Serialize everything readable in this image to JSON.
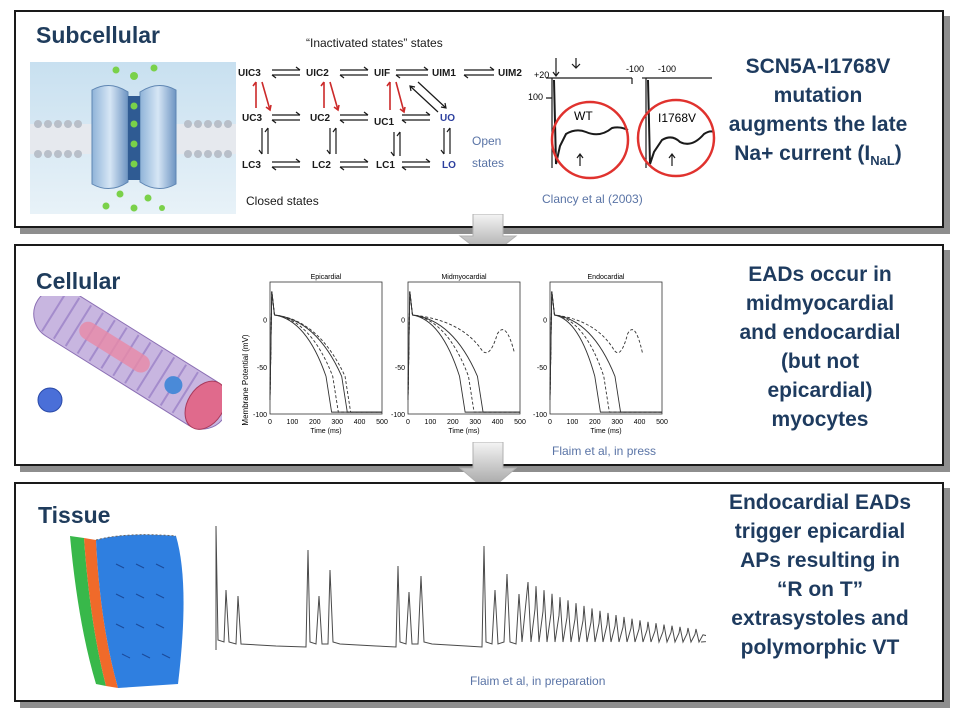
{
  "subcellular": {
    "title": "Subcellular",
    "inactivated_label": "“Inactivated states” states",
    "closed_label": "Closed states",
    "open_label_1": "Open",
    "open_label_2": "states",
    "states": {
      "uic3": "UIC3",
      "uic2": "UIC2",
      "uif": "UIF",
      "uim1": "UIM1",
      "uim2": "UIM2",
      "uc3": "UC3",
      "uc2": "UC2",
      "uc1": "UC1",
      "uo": "UO",
      "lc3": "LC3",
      "lc2": "LC2",
      "lc1": "LC1",
      "lo": "LO"
    },
    "trace": {
      "wt": "WT",
      "mut": "I1768V",
      "plus20": "+20",
      "minus100a": "-100",
      "minus100b": "-100",
      "hundred": "100"
    },
    "citation": "Clancy et al (2003)",
    "text_line1": "SCN5A-I1768V",
    "text_line2": "mutation",
    "text_line3": "augments the late",
    "text_line4": "Na+ current (I",
    "text_sub": "NaL",
    "text_close": ")"
  },
  "cellular": {
    "title": "Cellular",
    "plots": [
      {
        "title": "Epicardial"
      },
      {
        "title": "Midmyocardial"
      },
      {
        "title": "Endocardial"
      }
    ],
    "ylabel": "Membrane Potential (mV)",
    "xlabel": "Time (ms)",
    "yticks": [
      "0",
      "-50",
      "-100"
    ],
    "xticks": [
      "0",
      "100",
      "200",
      "300",
      "400",
      "500"
    ],
    "citation": "Flaim et al, in press",
    "text_lines": [
      "EADs occur in",
      "midmyocardial",
      "and endocardial",
      "(but not",
      "epicardial)",
      "myocytes"
    ]
  },
  "tissue": {
    "title": "Tissue",
    "citation": "Flaim et al, in preparation",
    "text_lines": [
      "Endocardial EADs",
      "trigger epicardial",
      "APs resulting in",
      "“R on T”",
      "extrasystoles and",
      "polymorphic VT"
    ]
  },
  "colors": {
    "heading": "#1f3c5c",
    "citation": "#5a74a6",
    "arrow_red": "#cc2a2a",
    "circle_red": "#e0322e"
  }
}
